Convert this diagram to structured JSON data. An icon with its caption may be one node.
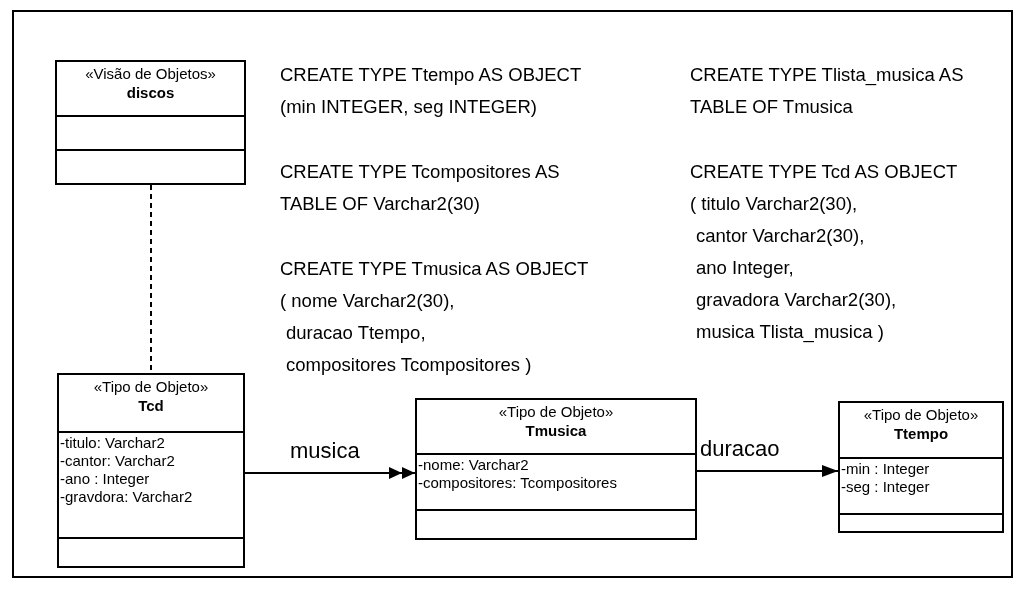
{
  "diagram": {
    "nodes": [
      {
        "text": [
          "«Visão de Objetos»",
          "discos"
        ]
      },
      {
        "text": [
          "«Tipo de Objeto»",
          "Tcd",
          "-titulo: Varchar2",
          "-cantor: Varchar2",
          "-ano : Integer",
          "-gravdora: Varchar2"
        ]
      },
      {
        "text": [
          "«Tipo de Objeto»",
          "Tmusica",
          "-nome: Varchar2",
          "-compositores: Tcompositores"
        ]
      },
      {
        "text": [
          "«Tipo de Objeto»",
          "Ttempo",
          "-min : Integer",
          "-seg : Integer"
        ]
      }
    ],
    "edges": [
      {
        "from": 0,
        "to": 1,
        "arrow": "none",
        "style": "dashed"
      },
      {
        "from": 1,
        "to": 2,
        "arrow": "to",
        "label": "musica"
      },
      {
        "from": 2,
        "to": 3,
        "arrow": "to",
        "label": "duracao"
      }
    ],
    "labels": [
      "CREATE TYPE Ttempo AS OBJECT",
      "CREATE TYPE Tlista_musica AS",
      "(min INTEGER, seg INTEGER)",
      "TABLE OF Tmusica",
      "CREATE TYPE Tcompositores AS",
      "TABLE OF Varchar2(30)",
      "CREATE TYPE Tcd AS OBJECT",
      "( titulo Varchar2(30),",
      "cantor Varchar2(30),",
      "ano Integer,",
      "gravadora Varchar2(30),",
      "CREATE TYPE Tmusica AS OBJECT",
      "musica Tlista_musica )",
      "( nome Varchar2(30),",
      "duracao Ttempo,",
      "compositores Tcompositores )"
    ]
  }
}
